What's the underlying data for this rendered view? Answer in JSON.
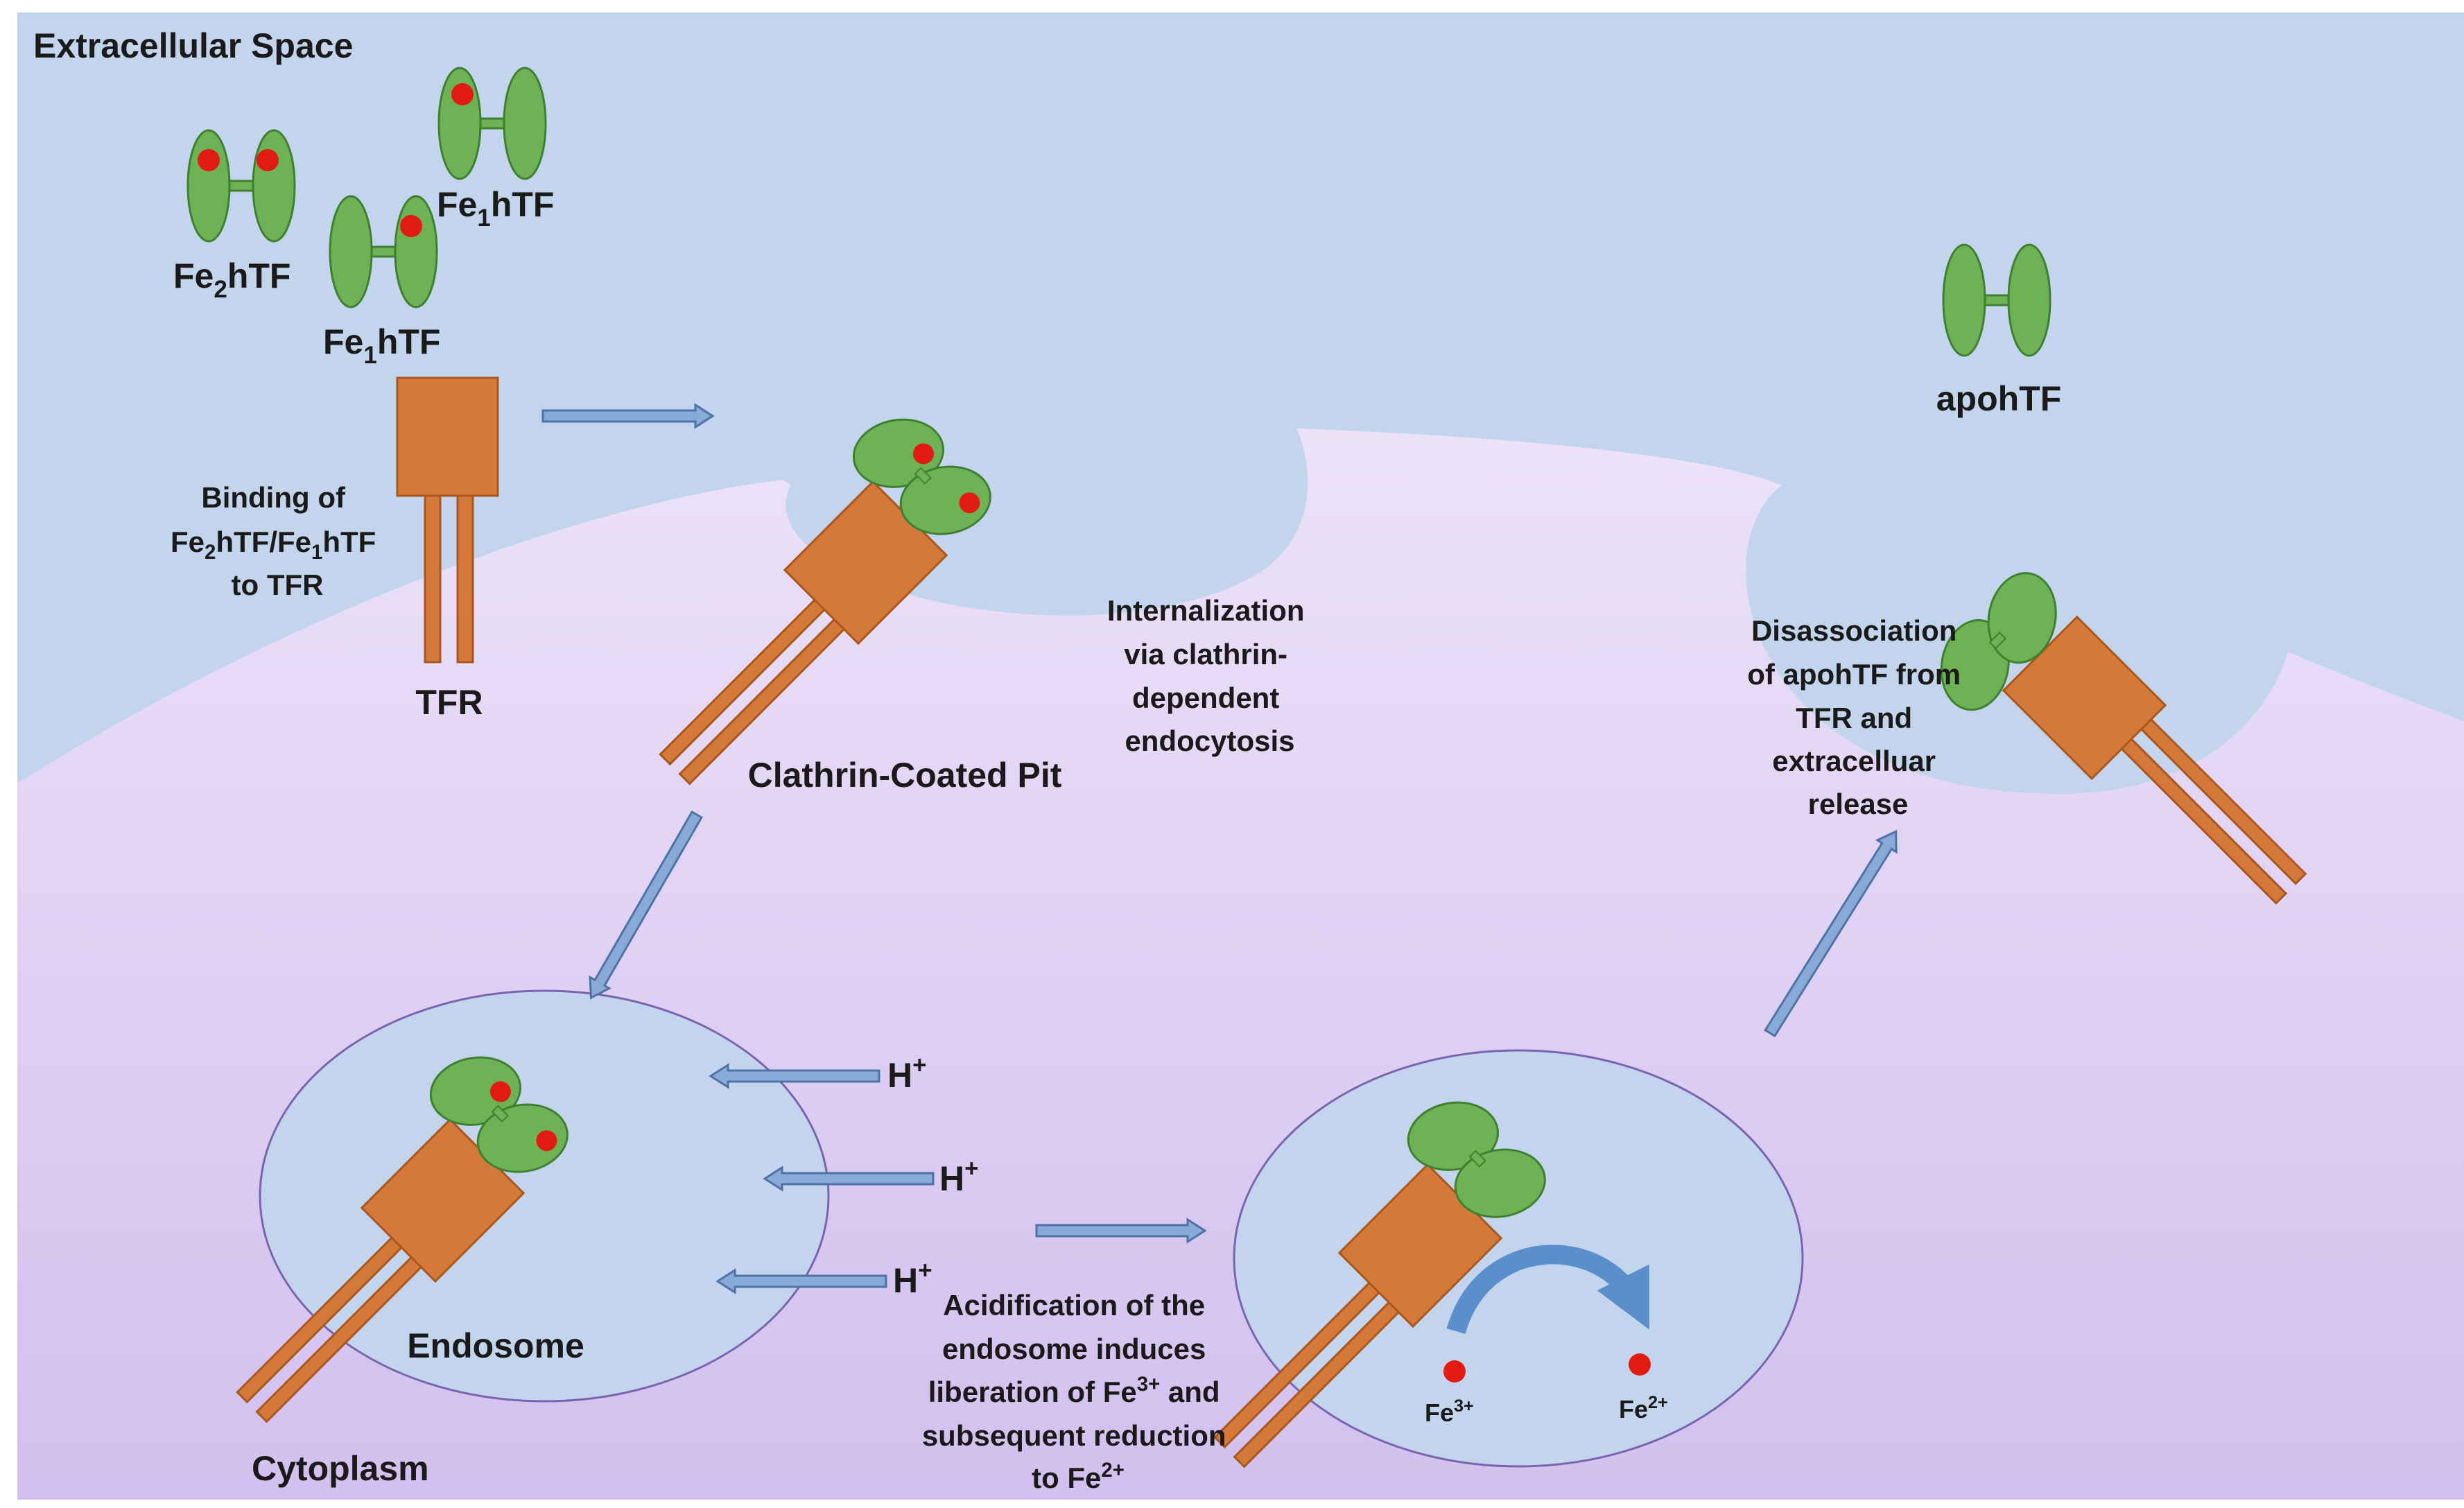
{
  "colors": {
    "extracellular": "#c3d5ed",
    "cytoplasm_top": "#ece2f8",
    "cytoplasm_bottom": "#d2c0ee",
    "endosome_fill": "#c3d5ed",
    "endosome_stroke": "#7a63b0",
    "transferrin": "#6db356",
    "transferrin_stroke": "#3f7f32",
    "receptor": "#d4793a",
    "receptor_stroke": "#a9561f",
    "iron": "#e21b12",
    "arrow_fill": "#89aad6",
    "arrow_stroke": "#4e72a8"
  },
  "labels": {
    "extracellular_space": "Extracellular Space",
    "cytoplasm": "Cytoplasm",
    "fe2htf": {
      "base": "Fe",
      "sub": "2",
      "rest": "hTF"
    },
    "fe1htf_top": {
      "base": "Fe",
      "sub": "1",
      "rest": "hTF"
    },
    "fe1htf_mid": {
      "base": "Fe",
      "sub": "1",
      "rest": "hTF"
    },
    "apohtf": "apohTF",
    "tfr": "TFR",
    "binding": {
      "line1": "Binding of",
      "line2_a": "Fe",
      "line2_s1": "2",
      "line2_b": "hTF/Fe",
      "line2_s2": "1",
      "line2_c": "hTF",
      "line3": "to TFR"
    },
    "clathrin_pit": "Clathrin-Coated Pit",
    "internalization": [
      "Internalization",
      "via clathrin-",
      "dependent",
      "endocytosis"
    ],
    "disassociation": [
      "Disassociation",
      "of apohTF from",
      "TFR and",
      "extracelluar",
      "release"
    ],
    "endosome": "Endosome",
    "proton": {
      "base": "H",
      "sup": "+"
    },
    "acidification": {
      "line1": "Acidification of the",
      "line2": "endosome induces",
      "line3_a": "liberation of Fe",
      "line3_sup": "3+",
      "line3_b": " and",
      "line4": "subsequent reduction",
      "line5_a": "to Fe",
      "line5_sup": "2+"
    },
    "fe3": {
      "base": "Fe",
      "sup": "3+"
    },
    "fe2": {
      "base": "Fe",
      "sup": "2+"
    }
  }
}
